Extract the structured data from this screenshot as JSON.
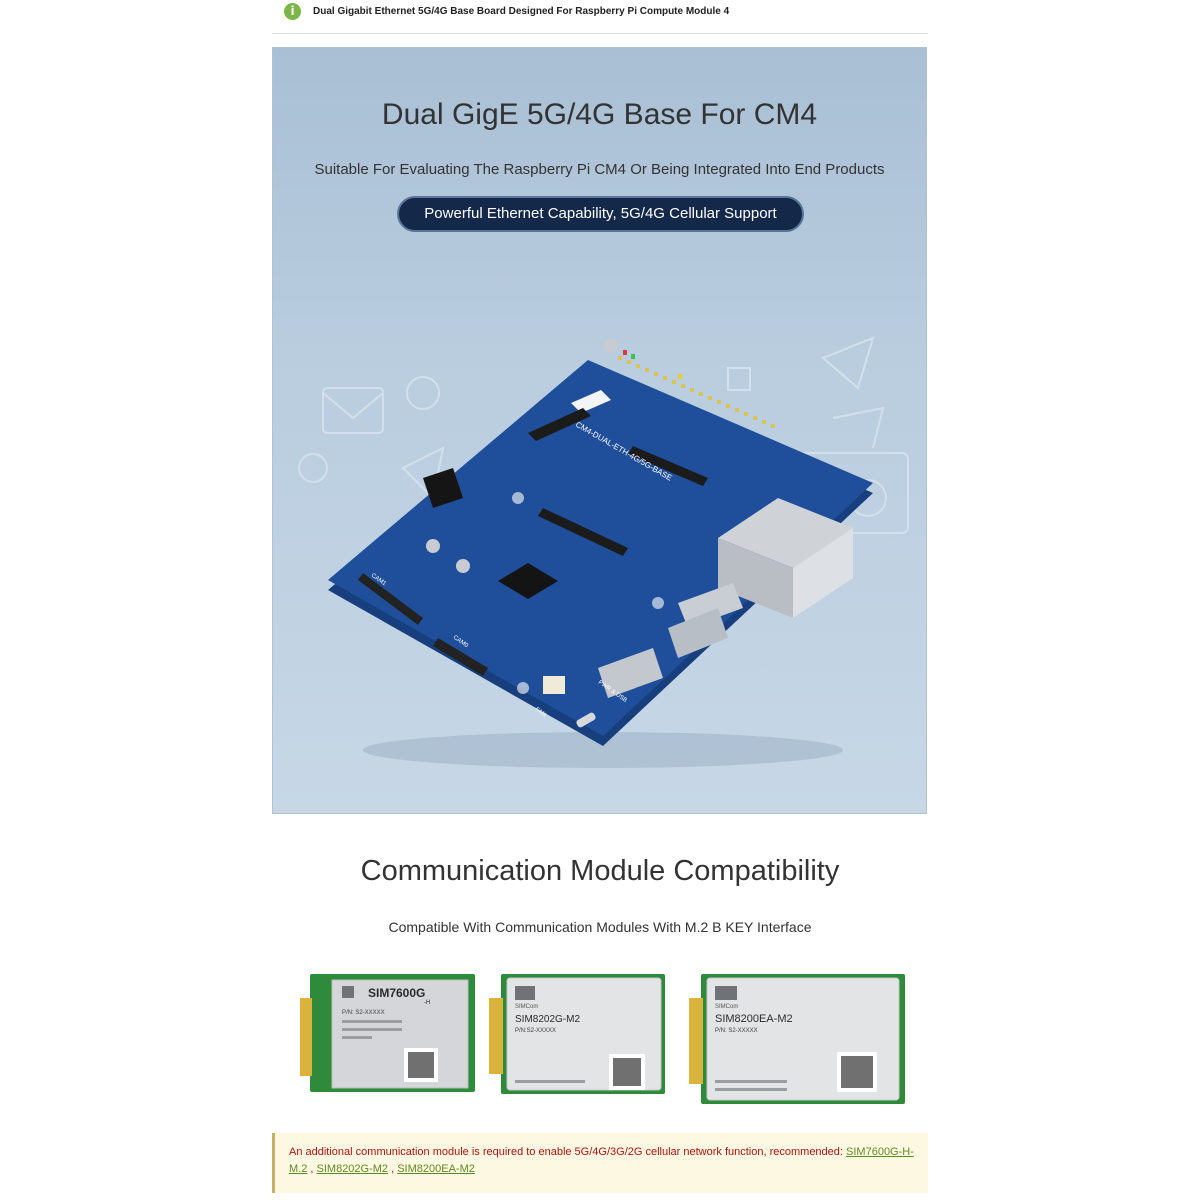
{
  "header": {
    "title": "Dual Gigabit Ethernet 5G/4G Base Board Designed For Raspberry Pi Compute Module 4"
  },
  "hero": {
    "title": "Dual GigE 5G/4G Base For CM4",
    "subtitle": "Suitable For Evaluating The Raspberry Pi CM4 Or Being Integrated Into End Products",
    "pill": "Powerful Ethernet Capability, 5G/4G Cellular Support",
    "board_label": "CM4-DUAL-ETH-4G/5G-BASE",
    "silk": {
      "cam1": "CAM1",
      "cam0": "CAM0",
      "fan": "FAN",
      "pwr_usb": "PWR & USB"
    }
  },
  "compat": {
    "title": "Communication Module Compatibility",
    "subtitle": "Compatible With Communication Modules With M.2 B KEY Interface",
    "modules": [
      {
        "name": "SIM7600G",
        "suffix": "-H",
        "pn": "P/N: S2-XXXXX"
      },
      {
        "brand": "SIMCom",
        "name": "SIM8202G-M2",
        "pn": "P/N:S2-XXXXX"
      },
      {
        "brand": "SIMCom",
        "name": "SIM8200EA-M2",
        "pn": "P/N: S2-XXXXX"
      }
    ]
  },
  "notice": {
    "text": "An additional communication module is required to enable 5G/4G/3G/2G cellular network function, recommended: ",
    "links": [
      "SIM7600G-H-M.2",
      "SIM8202G-M2",
      "SIM8200EA-M2"
    ],
    "separator": " , "
  },
  "colors": {
    "info_icon": "#7ab648",
    "pill_bg": "#14284a",
    "board": "#1f4f9a",
    "notice_text": "#b01212",
    "link": "#5f8a1e"
  },
  "icons": [
    "info-icon"
  ]
}
